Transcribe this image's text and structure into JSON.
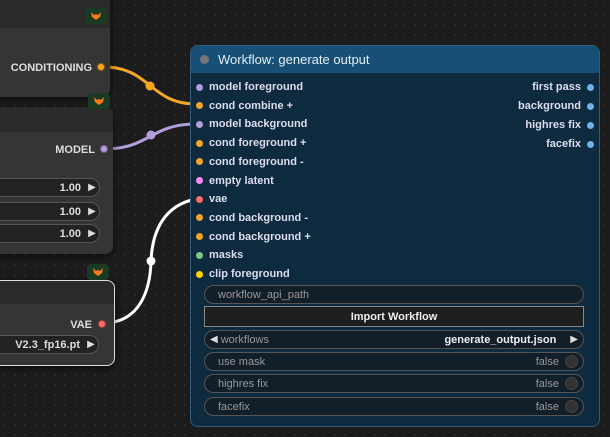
{
  "nodes": {
    "conditioning_node": {
      "output_label": "CONDITIONING"
    },
    "model_node": {
      "output_label": "MODEL",
      "widgets": [
        {
          "value": "1.00"
        },
        {
          "value": "1.00"
        },
        {
          "value": "1.00"
        }
      ]
    },
    "vae_node": {
      "output_label": "VAE",
      "widget_value": "V2.3_fp16.pt"
    }
  },
  "workflow": {
    "title": "Workflow: generate output",
    "inputs": [
      {
        "label": "model foreground",
        "color": "#b39ddb"
      },
      {
        "label": "cond combine +",
        "color": "#f5a623"
      },
      {
        "label": "model background",
        "color": "#b39ddb"
      },
      {
        "label": "cond foreground +",
        "color": "#f5a623"
      },
      {
        "label": "cond foreground -",
        "color": "#f5a623"
      },
      {
        "label": "empty latent",
        "color": "#ff8df5"
      },
      {
        "label": "vae",
        "color": "#ff6b6b"
      },
      {
        "label": "cond background -",
        "color": "#f5a623"
      },
      {
        "label": "cond background +",
        "color": "#f5a623"
      },
      {
        "label": "masks",
        "color": "#81c784"
      },
      {
        "label": "clip foreground",
        "color": "#ffd500"
      }
    ],
    "outputs": [
      {
        "label": "first pass"
      },
      {
        "label": "background"
      },
      {
        "label": "highres fix"
      },
      {
        "label": "facefix"
      }
    ],
    "api_path_label": "workflow_api_path",
    "import_button": "Import Workflow",
    "workflows_label": "workflows",
    "workflows_value": "generate_output.json",
    "toggles": [
      {
        "label": "use mask",
        "value": "false"
      },
      {
        "label": "highres fix",
        "value": "false"
      },
      {
        "label": "facefix",
        "value": "false"
      }
    ]
  },
  "colors": {
    "conditioning_wire": "#f5a623",
    "model_wire": "#b39ddb",
    "vae_wire": "#ffffff"
  }
}
